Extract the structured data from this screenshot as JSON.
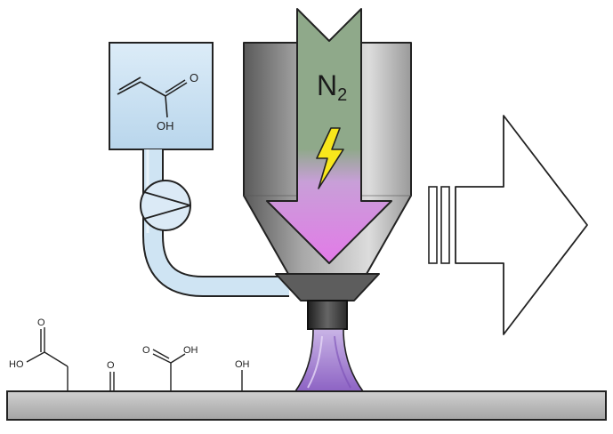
{
  "monomer": {
    "oxygen_label": "O",
    "hydroxyl_label": "OH"
  },
  "plasma_gas": {
    "symbol": "N",
    "subscript": "2",
    "energy_icon": "lightning-bolt-icon",
    "plasma_color": "#e37ae8"
  },
  "surface_groups": [
    {
      "kind": "carboxylic-acid",
      "labels": [
        "HO",
        "O"
      ]
    },
    {
      "kind": "carbonyl",
      "labels": [
        "O"
      ]
    },
    {
      "kind": "carboxylic-acid",
      "labels": [
        "O",
        "OH"
      ]
    },
    {
      "kind": "hydroxyl",
      "labels": [
        "OH"
      ]
    }
  ],
  "colors": {
    "reservoir_blue": "#cfe4f3",
    "gas_green": "#8fa98a",
    "bolt_yellow": "#f8e71c",
    "plasma_jet": "#9d78c9"
  },
  "direction_icon": "right-arrow-icon"
}
